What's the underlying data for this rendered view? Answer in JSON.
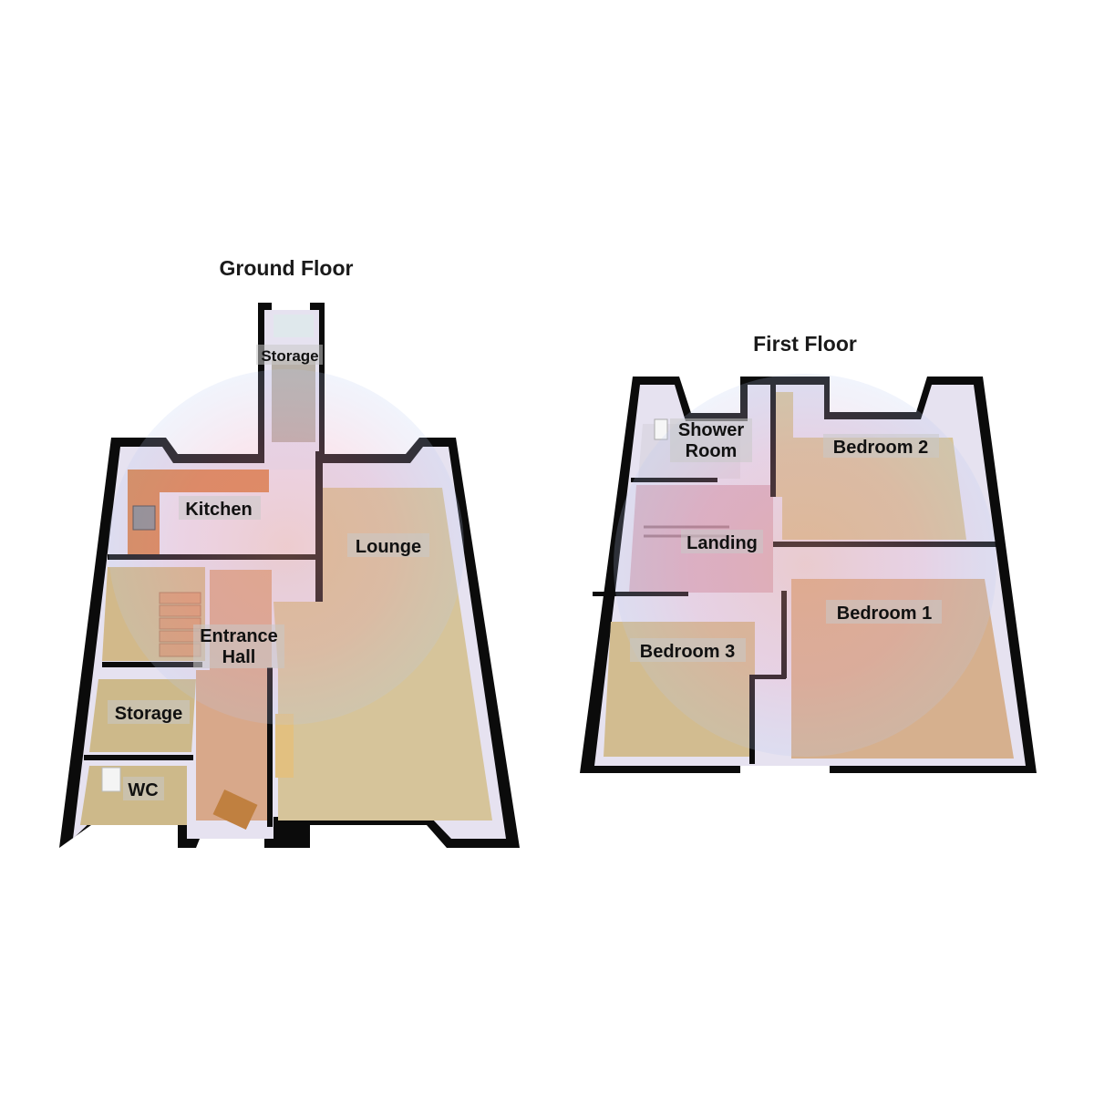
{
  "floors": {
    "ground": {
      "title": "Ground Floor",
      "rooms": {
        "storage_top": "Storage",
        "kitchen": "Kitchen",
        "lounge": "Lounge",
        "entrance_hall_line1": "Entrance",
        "entrance_hall_line2": "Hall",
        "storage": "Storage",
        "wc": "WC"
      }
    },
    "first": {
      "title": "First Floor",
      "rooms": {
        "shower_room_line1": "Shower",
        "shower_room_line2": "Room",
        "bedroom2": "Bedroom 2",
        "landing": "Landing",
        "bedroom1": "Bedroom 1",
        "bedroom3": "Bedroom 3"
      }
    }
  },
  "colors": {
    "wall": "#0b0b0b",
    "carpet": "#d6c49a",
    "kitchen_counter": "#d9824a",
    "tile": "#ece4f0",
    "wall_face": "#e9e3f2"
  }
}
